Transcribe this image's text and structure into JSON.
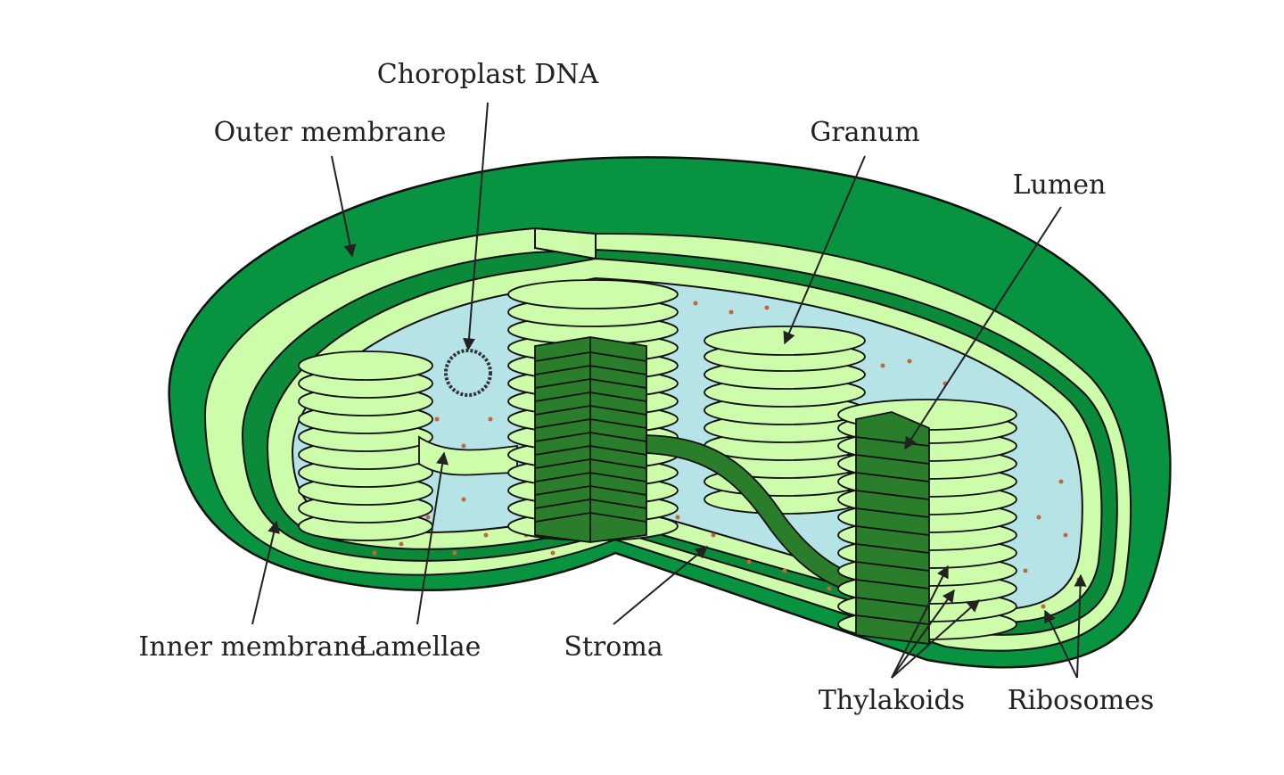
{
  "labels": {
    "chloroplast_dna": "Choroplast DNA",
    "outer_membrane": "Outer membrane",
    "granum": "Granum",
    "lumen": "Lumen",
    "inner_membrane": "Inner membrane",
    "lamellae": "Lamellae",
    "stroma": "Stroma",
    "thylakoids": "Thylakoids",
    "ribosomes": "Ribosomes"
  },
  "colors": {
    "outer_membrane": "#07933f",
    "intermembrane": "#cdfcaa",
    "inner_dark": "#0b8a3a",
    "stroma": "#b5e3e6",
    "thylakoid_light": "#cdfcaa",
    "thylakoid_dark": "#2a7d2a",
    "ribosome": "#c0683a"
  }
}
